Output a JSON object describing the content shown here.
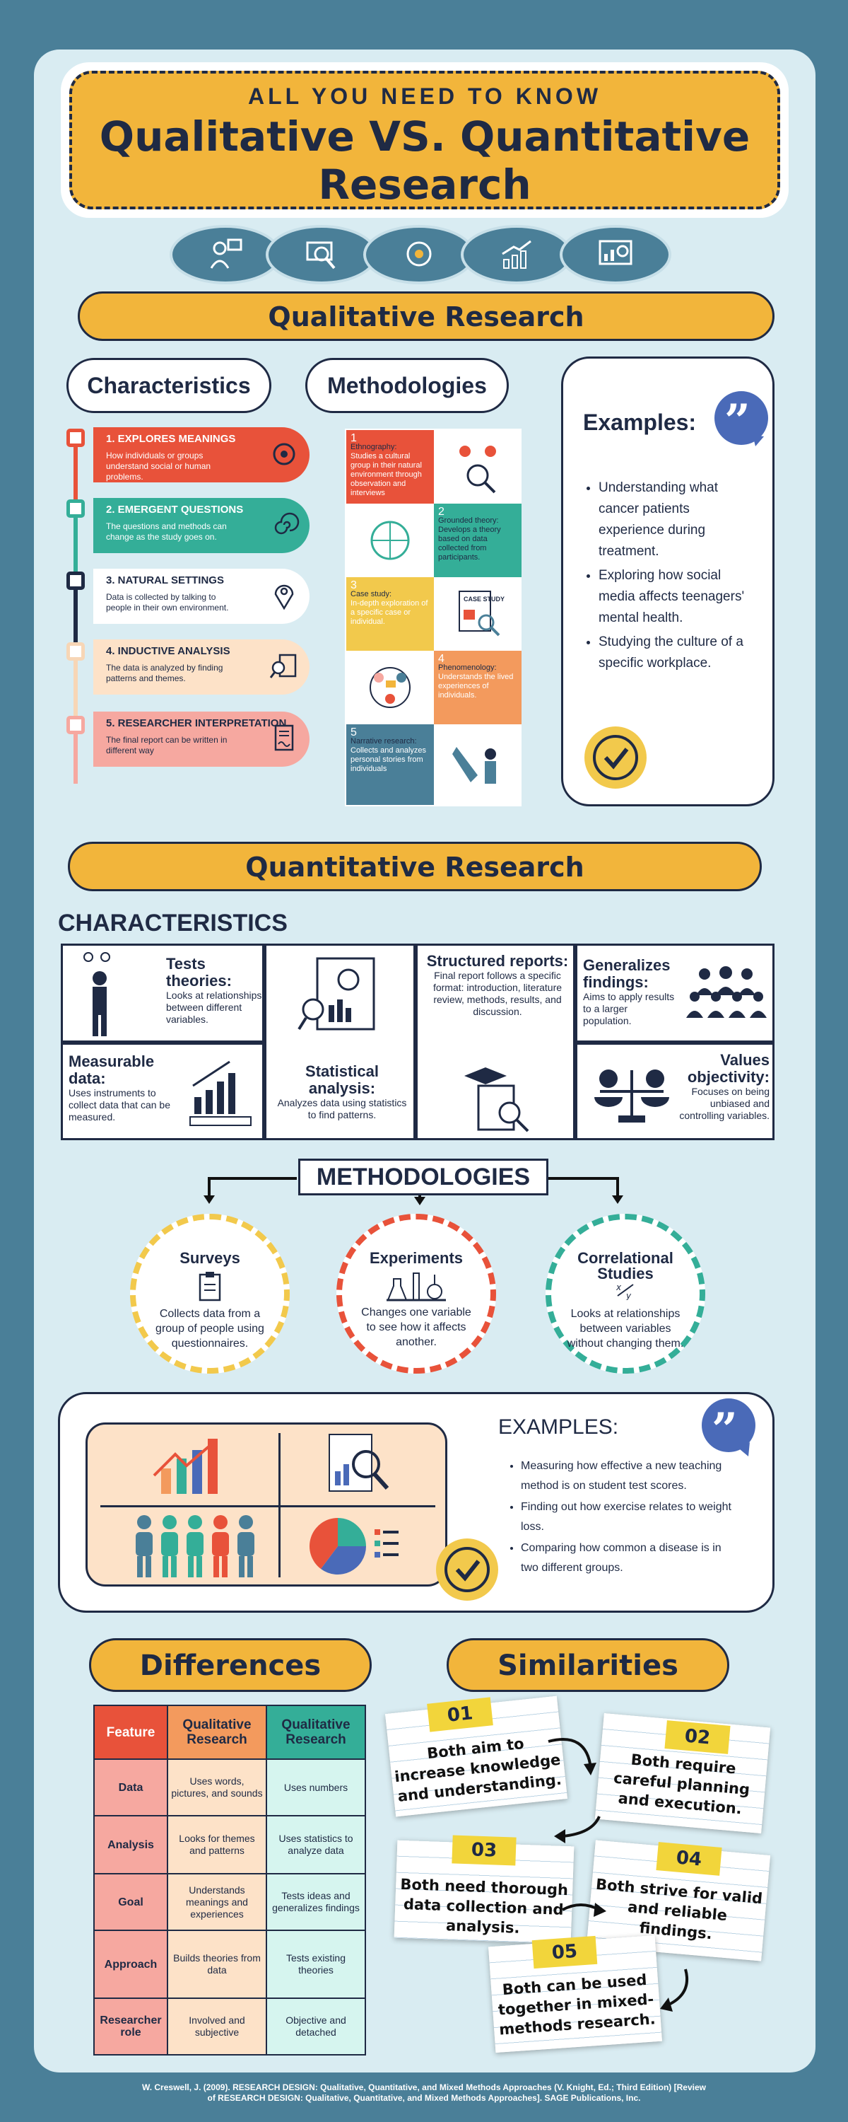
{
  "header": {
    "kicker": "ALL YOU NEED TO KNOW",
    "title_line1": "Qualitative VS. Quantitative",
    "title_line2": "Research"
  },
  "colors": {
    "background": "#4a7f98",
    "panel": "#d9ecf2",
    "accent": "#f2b53b",
    "navy": "#1f2a44",
    "red": "#e8523a",
    "teal": "#34ae98",
    "peach": "#fde2c8",
    "pink": "#f6a8a0"
  },
  "top_icons": [
    "research-person-icon",
    "magnify-laptop-icon",
    "gear-head-icon",
    "growth-chart-icon",
    "analytics-screen-icon"
  ],
  "qualitative": {
    "title": "Qualitative Research",
    "characteristics_title": "Characteristics",
    "methodologies_title": "Methodologies",
    "steps": [
      {
        "title": "1. EXPLORES MEANINGS",
        "desc": "How individuals or groups understand social or human problems.",
        "icon": "gear-head-icon"
      },
      {
        "title": "2. EMERGENT QUESTIONS",
        "desc": "The questions and methods can change as the study goes on.",
        "icon": "spiral-icon"
      },
      {
        "title": "3. NATURAL SETTINGS",
        "desc": "Data is collected by talking to people in their own environment.",
        "icon": "map-pin-icon"
      },
      {
        "title": "4. INDUCTIVE ANALYSIS",
        "desc": "The data is analyzed by finding patterns and themes.",
        "icon": "magnify-document-icon"
      },
      {
        "title": "5. RESEARCHER INTERPRETATION",
        "desc": "The final report can be written in different way",
        "icon": "signed-document-icon"
      }
    ],
    "methods": [
      {
        "num": "1",
        "name": "Ethnography:",
        "desc": "Studies a cultural group in their natural environment through observation and interviews"
      },
      {
        "num": "2",
        "name": "Grounded theory:",
        "desc": "Develops a theory based on data collected from participants."
      },
      {
        "num": "3",
        "name": "Case study:",
        "desc": "In-depth exploration of a specific case or individual."
      },
      {
        "num": "4",
        "name": "Phenomenology:",
        "desc": "Understands the lived experiences of individuals."
      },
      {
        "num": "5",
        "name": "Narrative research:",
        "desc": "Collects and analyzes personal stories from individuals"
      }
    ],
    "case_study_label": "CASE STUDY",
    "examples_title": "Examples:",
    "examples": [
      "Understanding what cancer patients experience during treatment.",
      "Exploring how social media affects teenagers' mental health.",
      "Studying the culture of a specific workplace."
    ]
  },
  "quantitative": {
    "title": "Quantitative Research",
    "characteristics_title": "CHARACTERISTICS",
    "cells": {
      "tests": {
        "title": "Tests theories:",
        "desc": "Looks at relationships between different variables."
      },
      "measurable": {
        "title": "Measurable data:",
        "desc": "Uses instruments to collect data that can be measured."
      },
      "statistical": {
        "title": "Statistical analysis:",
        "desc": "Analyzes data using statistics to find patterns."
      },
      "structured": {
        "title": "Structured reports:",
        "desc": "Final report follows a specific format: introduction, literature review, methods, results, and discussion."
      },
      "generalizes": {
        "title": "Generalizes findings:",
        "desc": "Aims to apply results to a larger population."
      },
      "values": {
        "title": "Values objectivity:",
        "desc": "Focuses on being unbiased and controlling variables."
      }
    },
    "methodologies_title": "METHODOLOGIES",
    "methods": [
      {
        "title": "Surveys",
        "desc": "Collects data from a group of people using questionnaires."
      },
      {
        "title": "Experiments",
        "desc": "Changes one variable to see how it affects another."
      },
      {
        "title": "Correlational Studies",
        "desc": "Looks at relationships between variables without changing them."
      }
    ],
    "examples_title": "EXAMPLES:",
    "examples": [
      "Measuring how effective a new teaching method is on student test scores.",
      "Finding out how exercise relates to weight loss.",
      "Comparing how common a disease is in two different groups."
    ]
  },
  "differences": {
    "title": "Differences",
    "headers": [
      "Feature",
      "Qualitative Research",
      "Qualitative Research"
    ],
    "rows": [
      {
        "feature": "Data",
        "qual": "Uses words, pictures, and sounds",
        "quant": "Uses numbers"
      },
      {
        "feature": "Analysis",
        "qual": "Looks for themes and patterns",
        "quant": "Uses statistics to analyze data"
      },
      {
        "feature": "Goal",
        "qual": "Understands meanings and experiences",
        "quant": "Tests ideas and generalizes findings"
      },
      {
        "feature": "Approach",
        "qual": "Builds theories from data",
        "quant": "Tests existing theories"
      },
      {
        "feature": "Researcher role",
        "qual": "Involved and subjective",
        "quant": "Objective and detached"
      }
    ]
  },
  "similarities": {
    "title": "Similarities",
    "notes": [
      {
        "num": "01",
        "text": "Both aim to increase knowledge and understanding."
      },
      {
        "num": "02",
        "text": "Both require careful planning and execution."
      },
      {
        "num": "03",
        "text": "Both need thorough data collection and analysis."
      },
      {
        "num": "04",
        "text": "Both strive for valid and reliable findings."
      },
      {
        "num": "05",
        "text": "Both can be used together in mixed-methods research."
      }
    ]
  },
  "footer": "W. Creswell, J. (2009). RESEARCH DESIGN: Qualitative, Quantitative, and Mixed Methods Approaches (V. Knight, Ed.; Third Edition) [Review of RESEARCH DESIGN: Qualitative, Quantitative, and Mixed Methods Approaches]. SAGE Publications, Inc."
}
